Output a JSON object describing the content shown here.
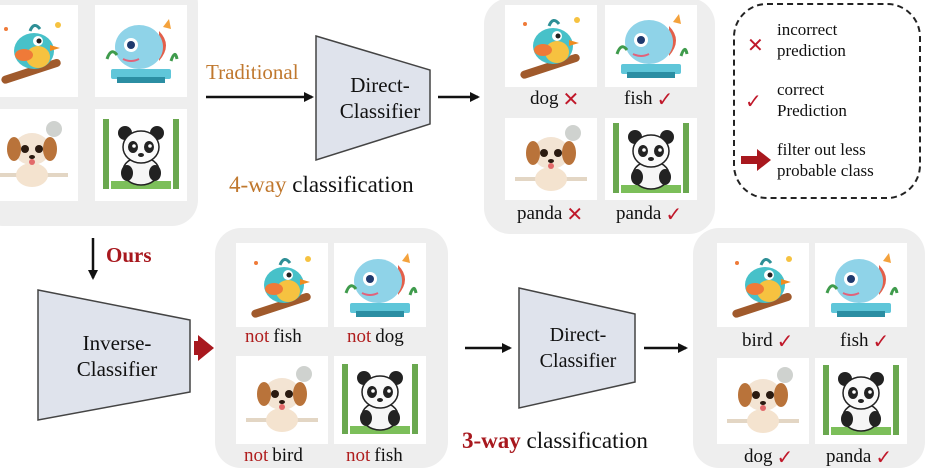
{
  "top": {
    "traditional_label": "Traditional",
    "direct_classifier": [
      "Direct-",
      "Classifier"
    ],
    "way_number": "4-way",
    "way_text": " classification",
    "captions": [
      {
        "word": "dog",
        "mark": "✕"
      },
      {
        "word": "fish",
        "mark": "✓"
      },
      {
        "word": "panda",
        "mark": "✕"
      },
      {
        "word": "panda",
        "mark": "✓"
      }
    ]
  },
  "bottom": {
    "ours_label": "Ours",
    "inverse_classifier": [
      "Inverse-",
      "Classifier"
    ],
    "direct_classifier": [
      "Direct-",
      "Classifier"
    ],
    "way_number": "3-way",
    "way_text": " classification",
    "not_word": "not",
    "not_captions": [
      "fish",
      "dog",
      "bird",
      "fish"
    ],
    "result_captions": [
      {
        "word": "bird",
        "mark": "✓"
      },
      {
        "word": "fish",
        "mark": "✓"
      },
      {
        "word": "dog",
        "mark": "✓"
      },
      {
        "word": "panda",
        "mark": "✓"
      }
    ]
  },
  "legend": {
    "incorrect_mark": "✕",
    "incorrect": [
      "incorrect",
      "prediction"
    ],
    "correct_mark": "✓",
    "correct": [
      "correct",
      "Prediction"
    ],
    "filter": [
      "filter out less",
      "probable class"
    ]
  },
  "colors": {
    "traditional": "#c0782e",
    "ours": "#a8181e",
    "mark_red": "#c0182a",
    "panel": "#eeeeee",
    "classifier_fill": "#dfe3ec"
  }
}
